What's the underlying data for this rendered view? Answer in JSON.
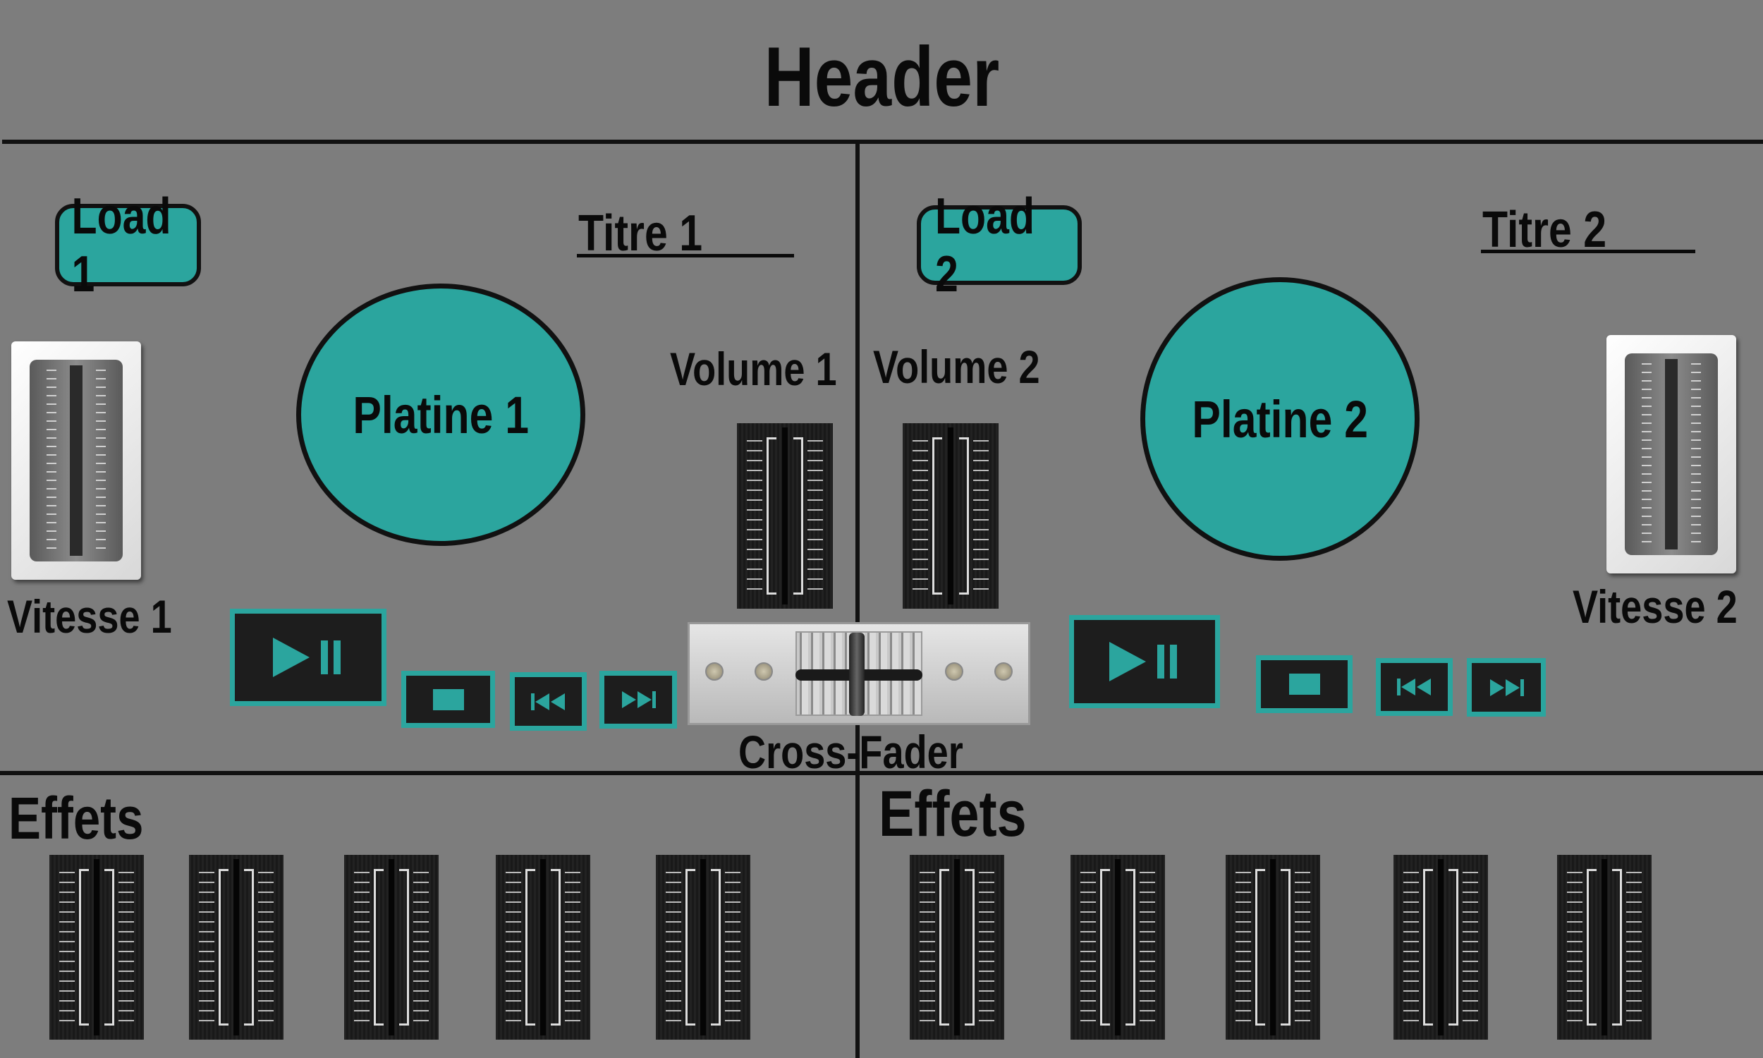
{
  "header": {
    "title": "Header"
  },
  "deck1": {
    "load_label": "Load 1",
    "title": "Titre 1",
    "platter_label": "Platine 1",
    "volume_label": "Volume 1",
    "speed_label": "Vitesse 1",
    "transport": [
      "play-pause",
      "stop",
      "previous",
      "next"
    ]
  },
  "deck2": {
    "load_label": "Load 2",
    "title": "Titre 2",
    "platter_label": "Platine 2",
    "volume_label": "Volume 2",
    "speed_label": "Vitesse 2",
    "transport": [
      "play-pause",
      "stop",
      "previous",
      "next"
    ]
  },
  "mixer": {
    "crossfader_label": "Cross-Fader"
  },
  "effects": {
    "left_label": "Effets",
    "right_label": "Effets",
    "left_count": 5,
    "right_count": 5
  },
  "colors": {
    "background": "#7d7d7d",
    "accent": "#2ba59e",
    "dark": "#1d1d1d"
  }
}
